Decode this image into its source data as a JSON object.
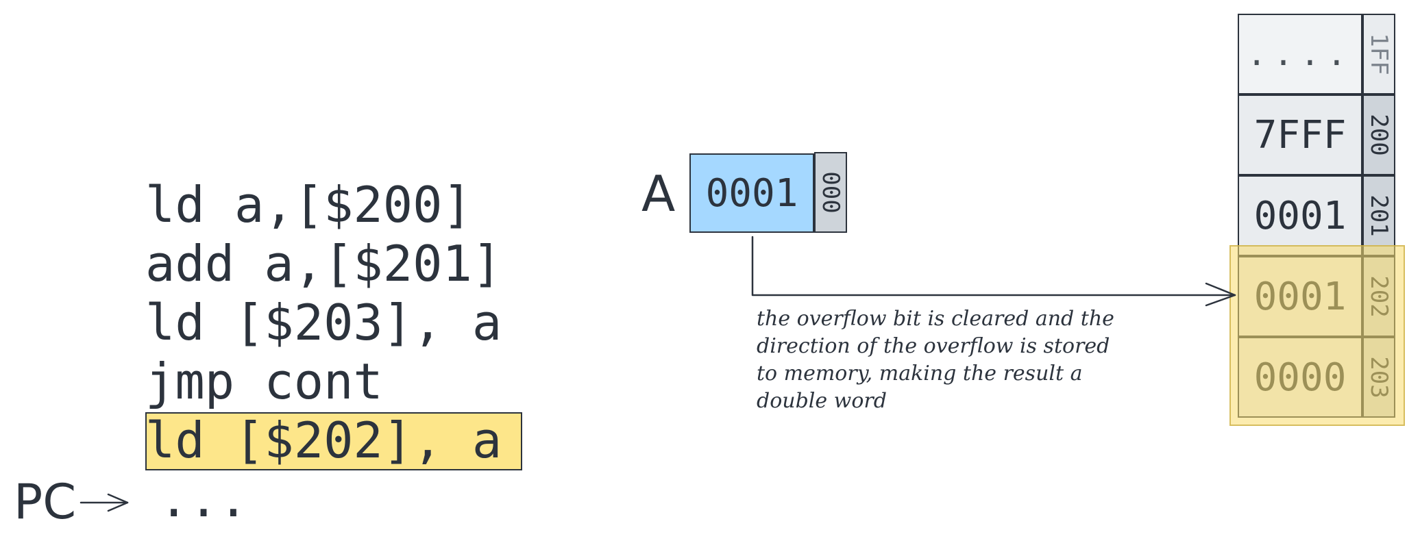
{
  "code": {
    "lines": [
      "ld a,[$200]",
      "add a,[$201]",
      "ld [$203], a",
      "jmp cont",
      "ld [$202], a"
    ],
    "highlighted_index": 4
  },
  "pc": {
    "label": "PC",
    "ellipsis": "..."
  },
  "register": {
    "name": "A",
    "value": "0001",
    "address": "000",
    "color": "#a5d8ff"
  },
  "memory": {
    "cells": [
      {
        "value": "....",
        "address": "1FF"
      },
      {
        "value": "7FFF",
        "address": "200"
      },
      {
        "value": "0001",
        "address": "201"
      },
      {
        "value": "0001",
        "address": "202"
      },
      {
        "value": "0000",
        "address": "203"
      }
    ],
    "highlight_color": "#fde68a"
  },
  "note": {
    "lines": [
      "the overflow bit is cleared and the",
      "direction of the overflow is stored",
      "to memory, making the result a",
      "double word"
    ]
  }
}
